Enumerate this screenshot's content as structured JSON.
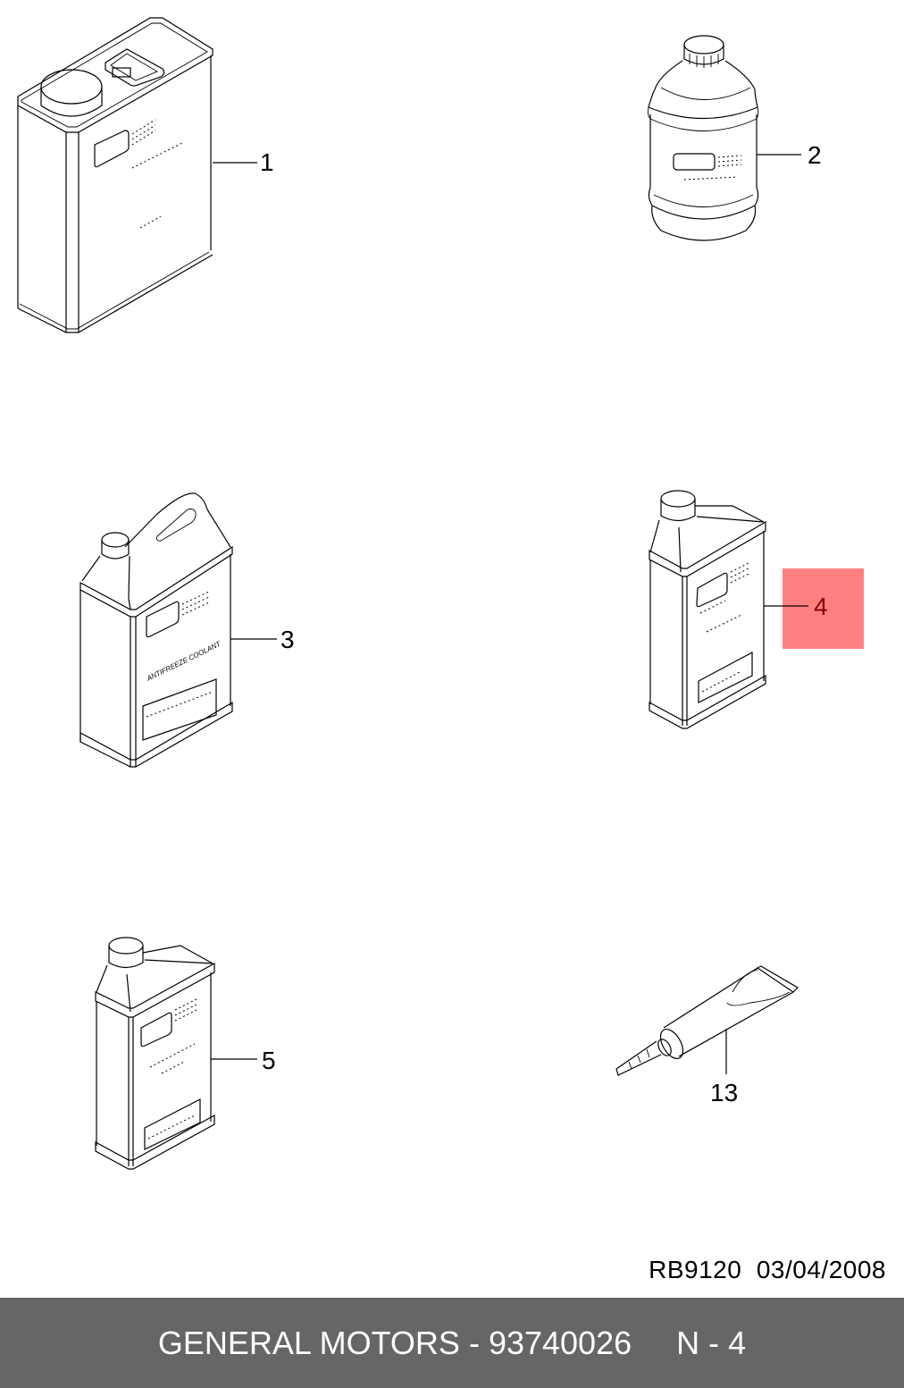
{
  "diagram": {
    "parts": [
      {
        "callout": "1",
        "description": "rectangular metal can with screw cap and folding handle"
      },
      {
        "callout": "2",
        "description": "round bottle with ribbed cap"
      },
      {
        "callout": "3",
        "description": "jug with handle",
        "label_text": "ANTIFREEZE COOLANT"
      },
      {
        "callout": "4",
        "description": "rectangular bottle with cap",
        "highlighted": true
      },
      {
        "callout": "5",
        "description": "rectangular bottle with cap"
      },
      {
        "callout": "13",
        "description": "tube with nozzle"
      }
    ],
    "highlight_color": "#ff8080",
    "highlight_text_color": "#8b0000",
    "reference": "RB9120  03/04/2008"
  },
  "footer": {
    "brand": "GENERAL MOTORS",
    "separator": " - ",
    "part_number": "93740026",
    "position_label": "N - 4",
    "background": "#666666"
  }
}
